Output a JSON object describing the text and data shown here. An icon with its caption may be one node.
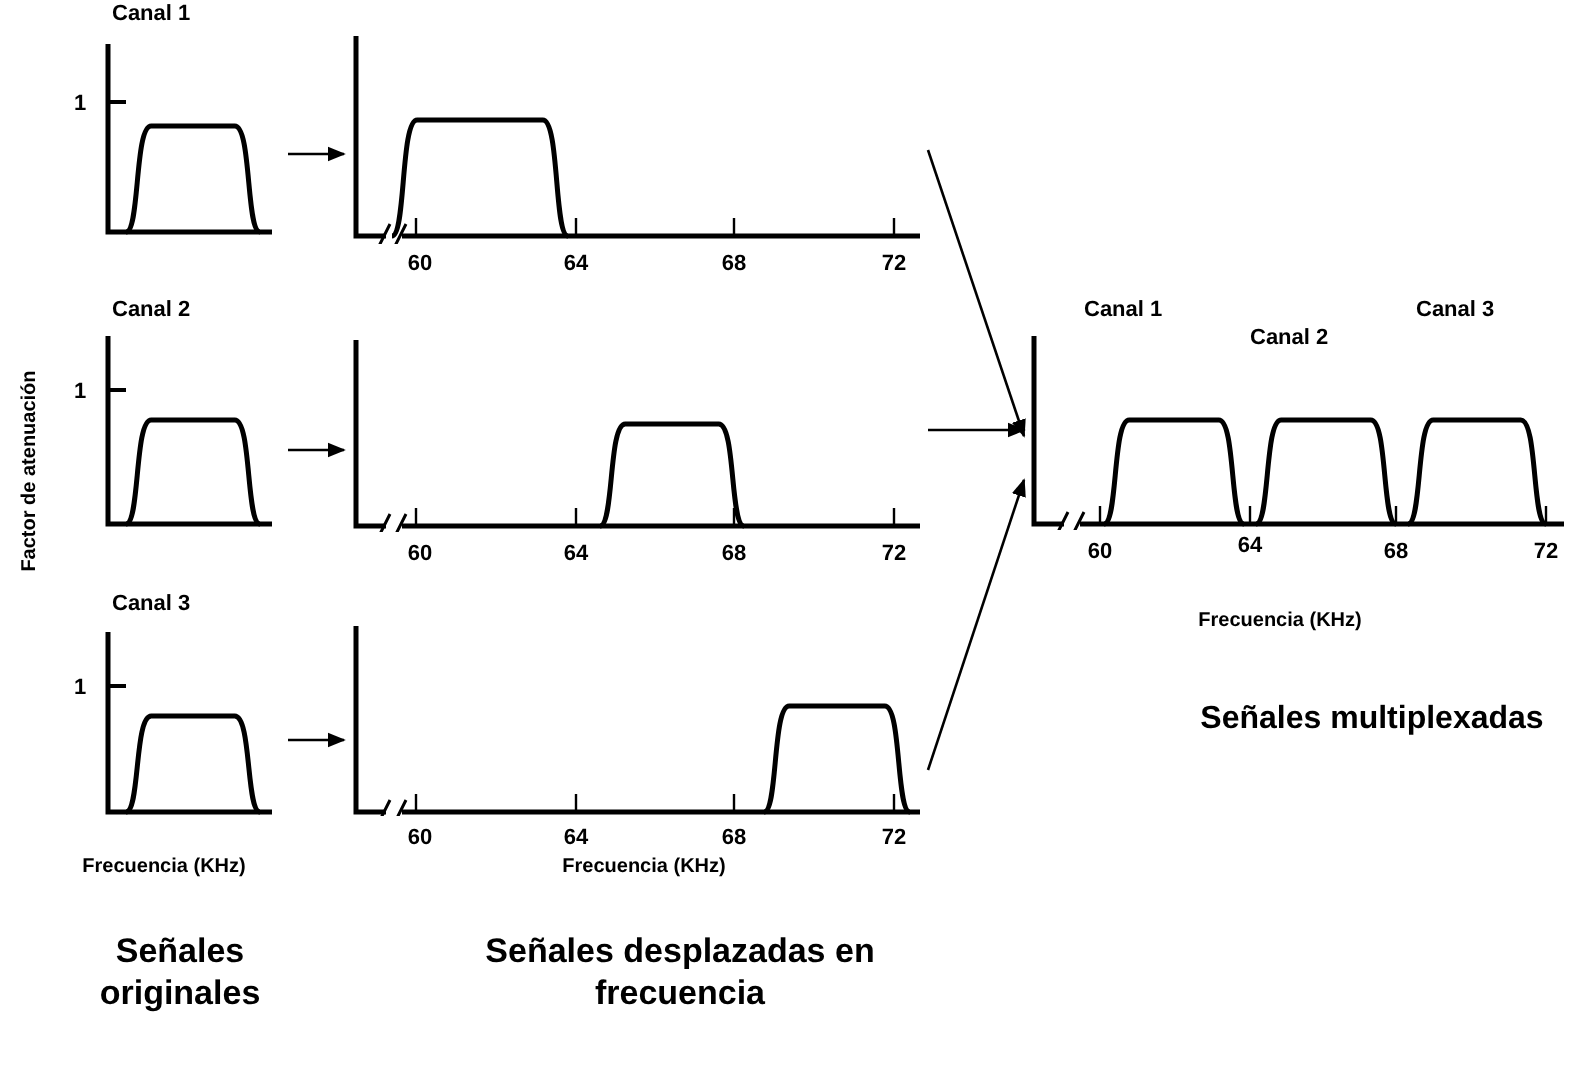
{
  "diagram": {
    "nodes": [
      {
        "text": [
          "Canal 1"
        ]
      },
      {
        "text": [],
        "shape": "picture"
      },
      {
        "text": [
          "Canal 2"
        ]
      },
      {
        "text": [],
        "shape": "picture"
      },
      {
        "text": [
          "Canal 3"
        ]
      },
      {
        "text": [],
        "shape": "picture"
      },
      {
        "text": [],
        "shape": "picture"
      }
    ],
    "edges": [
      {
        "from": 0,
        "to": 1,
        "arrow": "to"
      },
      {
        "from": 2,
        "to": 3,
        "arrow": "to"
      },
      {
        "from": 4,
        "to": 5,
        "arrow": "to"
      },
      {
        "from": 1,
        "to": 6,
        "arrow": "to"
      },
      {
        "from": 3,
        "to": 6,
        "arrow": "to"
      },
      {
        "from": 5,
        "to": 6,
        "arrow": "to"
      }
    ],
    "labels": [
      "1",
      "60",
      "64",
      "68",
      "72",
      "1",
      "60",
      "64",
      "68",
      "72",
      "1",
      "60",
      "64",
      "68",
      "72",
      "60",
      "64",
      "68",
      "72",
      "Canal 1",
      "Canal 2",
      "Canal 3",
      "Factor de atenuación",
      "Frecuencia (KHz)",
      "Frecuencia (KHz)",
      "Frecuencia (KHz)",
      "Señales originales",
      "Señales desplazadas en frecuencia",
      "Señales multiplexadas"
    ]
  }
}
